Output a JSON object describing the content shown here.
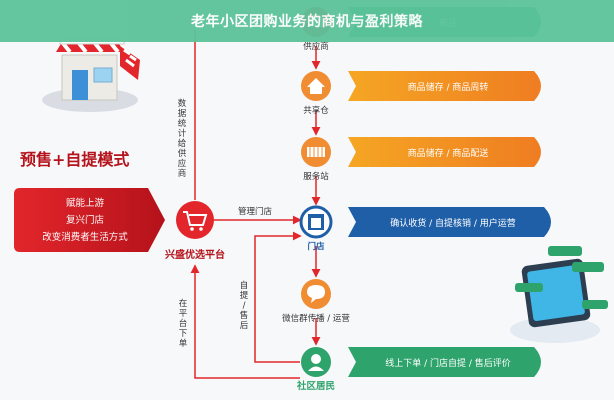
{
  "header": {
    "title": "老年小区团购业务的商机与盈利策略"
  },
  "mode_title": "预售+自提模式",
  "left_box": {
    "lines": [
      "赋能上游",
      "复兴门店",
      "改变消费者生活方式"
    ]
  },
  "platform": {
    "label": "兴盛优选平台",
    "icon": "shopping-cart-icon"
  },
  "vertical_labels": {
    "data_stats": "数据统计给供应商",
    "self_pickup": "自提/售后",
    "online_order": "在平台下单"
  },
  "manage_label": "管理门店",
  "nodes": [
    {
      "id": "supplier",
      "label": "供应商",
      "icon": "supplier-icon",
      "pill": "商品"
    },
    {
      "id": "warehouse",
      "label": "共享仓",
      "icon": "warehouse-icon",
      "pill": "商品储存 / 商品周转"
    },
    {
      "id": "service",
      "label": "服务站",
      "icon": "truck-icon",
      "pill": "商品储存 / 商品配送"
    },
    {
      "id": "store",
      "label": "门店",
      "icon": "store-icon",
      "pill": "确认收货 / 自提核销 / 用户运营"
    },
    {
      "id": "wechat",
      "label": "微信群传播 / 运营",
      "icon": "chat-bubble-icon",
      "pill": ""
    },
    {
      "id": "residents",
      "label": "社区居民",
      "icon": "person-icon",
      "pill": "线上下单 / 门店自提 / 售后评价"
    }
  ],
  "colors": {
    "red": "#e2262b",
    "dark_red": "#b5121b",
    "orange": "#f08c32",
    "orange_light": "#f5a623",
    "blue": "#1f5fa8",
    "green": "#2ea36b",
    "banner": "#5cc39a"
  }
}
